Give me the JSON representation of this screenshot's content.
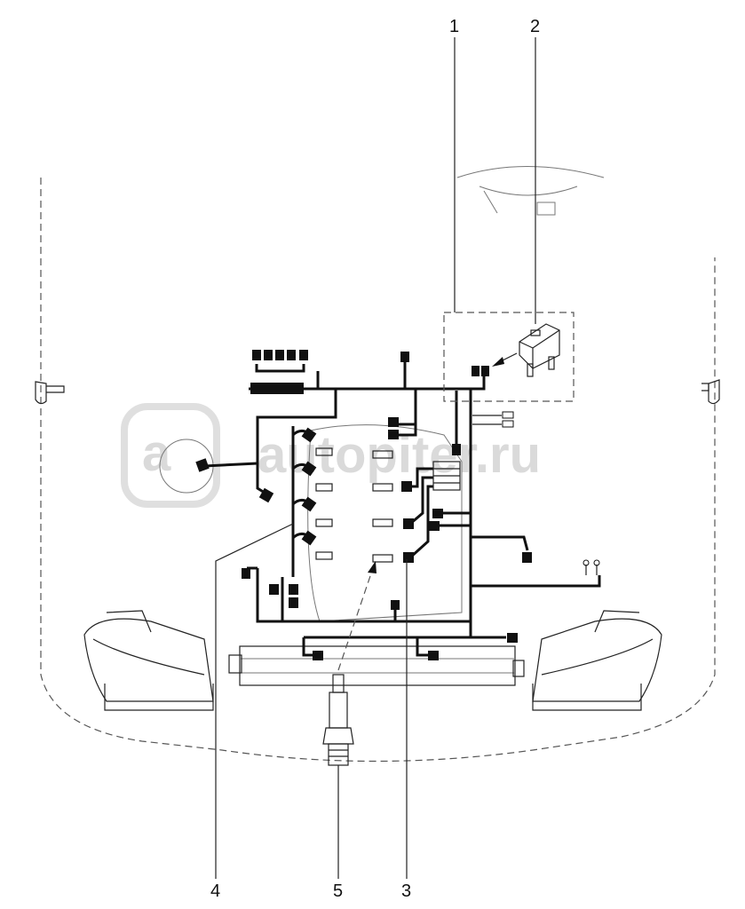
{
  "callouts": [
    "1",
    "2",
    "3",
    "4",
    "5"
  ],
  "watermark": {
    "text": "autopiter.ru",
    "logo": "autopiter-logo-icon"
  }
}
